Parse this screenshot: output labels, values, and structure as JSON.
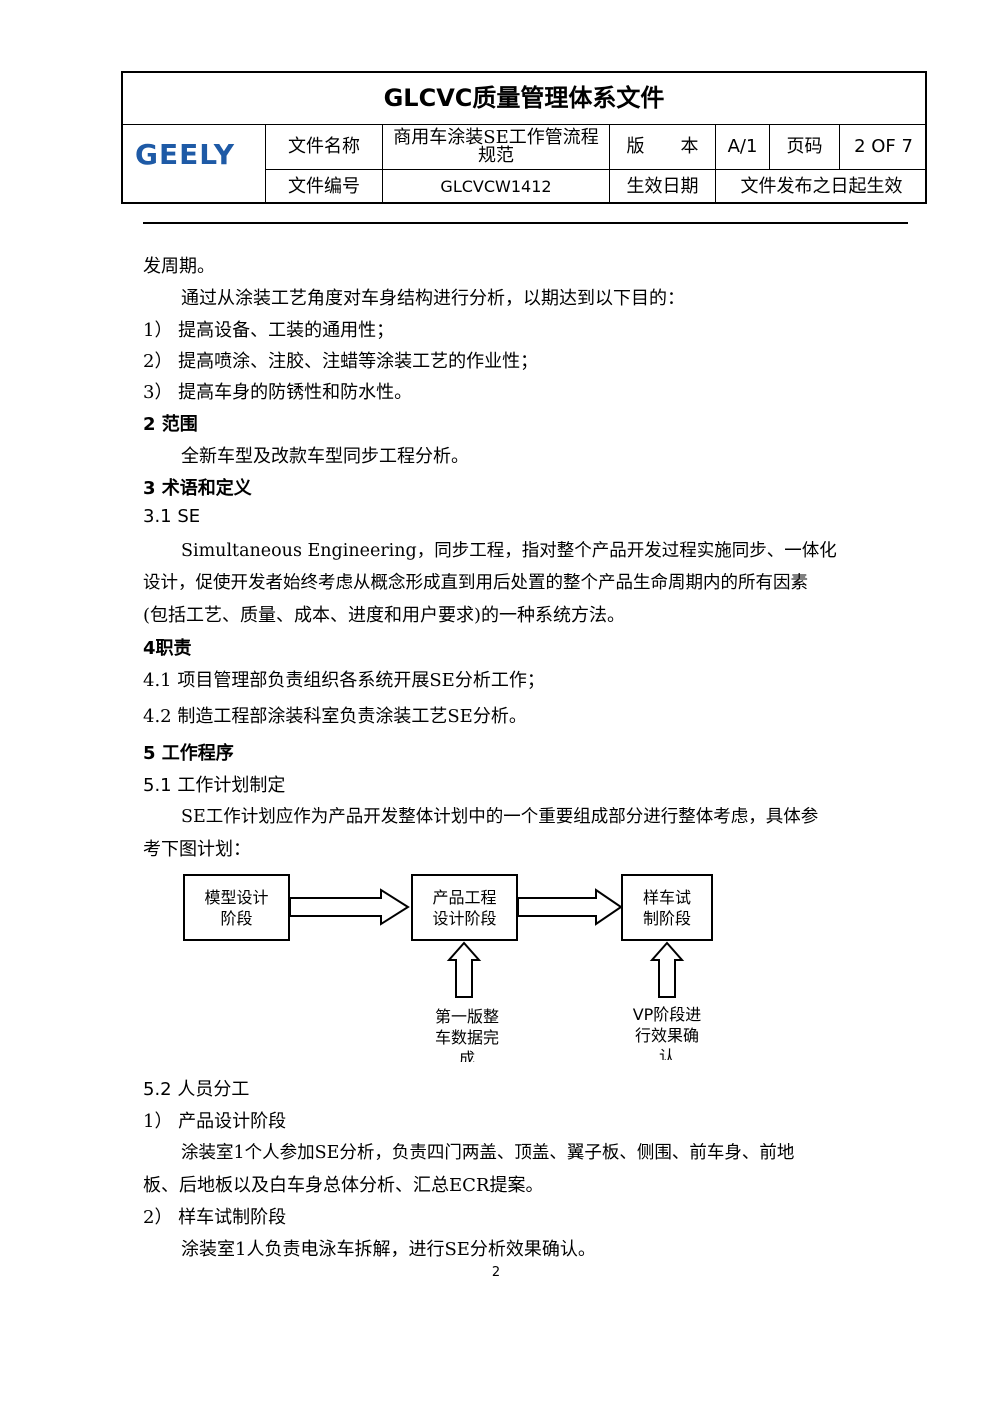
{
  "header": {
    "title": "GLCVC质量管理体系文件",
    "logo": "GEELY",
    "logo_color": "#1e5aa6",
    "file_name_label": "文件名称",
    "file_name_value": "商用车涂装SE工作管流程规范",
    "version_label": "版　　本",
    "version_value": "A/1",
    "page_label": "页码",
    "page_value": "2 OF 7",
    "file_no_label": "文件编号",
    "file_no_value": "GLCVCW1412",
    "effective_label": "生效日期",
    "effective_value": "文件发布之日起生效"
  },
  "body": {
    "l1": "发周期。",
    "l2": "通过从涂装工艺角度对车身结构进行分析，以期达到以下目的：",
    "l3": "1） 提高设备、工装的通用性；",
    "l4": "2） 提高喷涂、注胶、注蜡等涂装工艺的作业性；",
    "l5": "3） 提高车身的防锈性和防水性。",
    "h2": "2 范围",
    "l6": "全新车型及改款车型同步工程分析。",
    "h3": "3 术语和定义",
    "h31": "3.1 SE",
    "p1": "Simultaneous Engineering，同步工程，指对整个产品开发过程实施同步、一体化",
    "p2": "设计，促使开发者始终考虑从概念形成直到用后处置的整个产品生命周期内的所有因素",
    "p3": "(包括工艺、质量、成本、进度和用户要求)的一种系统方法。",
    "h4": "4职责",
    "l41": "4.1 项目管理部负责组织各系统开展SE分析工作；",
    "l42": "4.2 制造工程部涂装科室负责涂装工艺SE分析。",
    "h5": "5 工作程序",
    "h51": "5.1 工作计划制定",
    "p51a": "SE工作计划应作为产品开发整体计划中的一个重要组成部分进行整体考虑，具体参",
    "p51b": "考下图计划：",
    "h52": "5.2 人员分工",
    "s1": "1） 产品设计阶段",
    "s1a": "涂装室1个人参加SE分析，负责四门两盖、顶盖、翼子板、侧围、前车身、前地",
    "s1b": "板、后地板以及白车身总体分析、汇总ECR提案。",
    "s2": "2） 样车试制阶段",
    "s2a": "涂装室1人负责电泳车拆解，进行SE分析效果确认。"
  },
  "diagram": {
    "box1": "模型设计\n阶段",
    "box2": "产品工程\n设计阶段",
    "box3": "样车试\n制阶段",
    "note1": "第一版整\n车数据完\n成",
    "note2": "VP阶段进\n行效果确\n认"
  },
  "footer": {
    "page": "2"
  }
}
